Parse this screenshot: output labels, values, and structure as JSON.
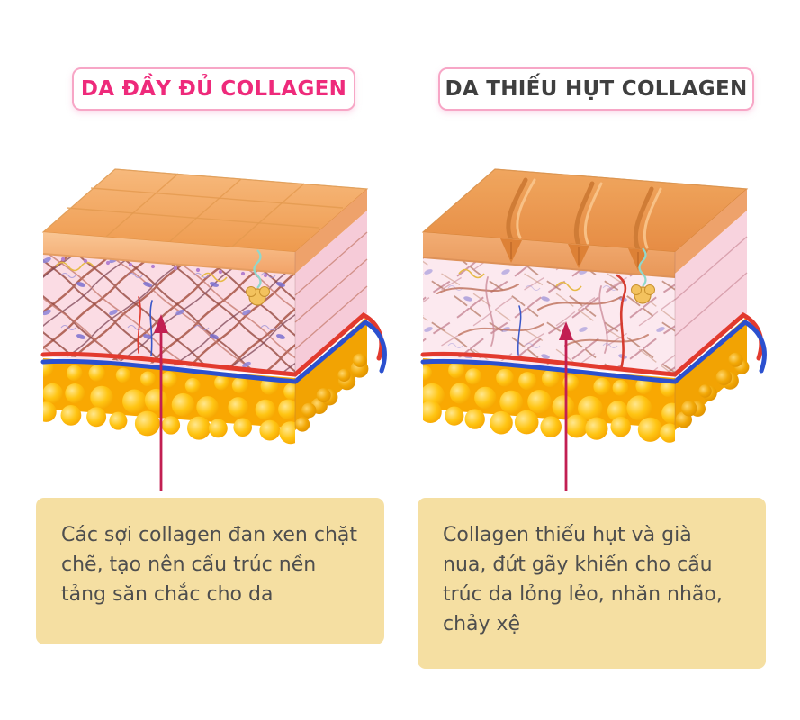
{
  "titles": {
    "left": "DA ĐẦY ĐỦ COLLAGEN",
    "right": "DA THIẾU HỤT COLLAGEN"
  },
  "captions": {
    "left": "Các sợi collagen đan xen chặt chẽ, tạo nên cấu trúc nền tảng săn chắc cho da",
    "right": "Collagen thiếu hụt và già nua, đứt gãy khiến cho cấu trúc da lỏng lẻo, nhăn nhão, chảy xệ"
  },
  "colors": {
    "title_left_text": "#ee2a7b",
    "title_right_text": "#3f3f3f",
    "title_border": "#f7a6c6",
    "caption_bg": "#f5dfa2",
    "caption_text": "#4e4e4e",
    "arrow": "#c21f52",
    "epidermis": "#f2a963",
    "dermis_full": "#fbdce4",
    "dermis_deficient": "#fce9ef",
    "fat": "#ffc010",
    "vessel_red": "#e23a2e",
    "vessel_blue": "#2b50cf",
    "collagen_fiber": "#a85545"
  }
}
